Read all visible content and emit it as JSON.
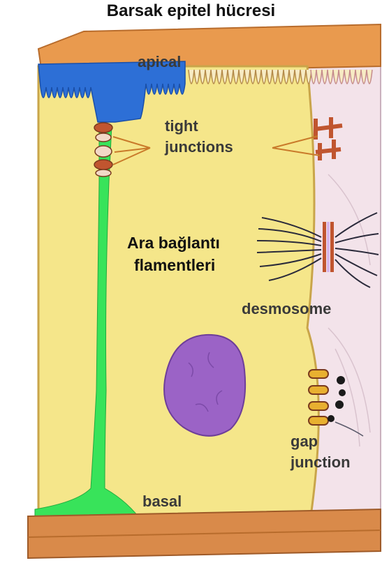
{
  "title": "Barsak epitel hücresi",
  "labels": {
    "apical": "apical",
    "tight_junctions": [
      "tight",
      "junctions"
    ],
    "intermediate_filaments": [
      "Ara bağlantı",
      "flamentleri"
    ],
    "desmosome": "desmosome",
    "gap_junction": [
      "gap",
      "junction"
    ],
    "basal": "basal"
  },
  "colors": {
    "cytoplasm": "#f5e68a",
    "cell_membrane": "#c9a54a",
    "apical_surface": "#e99a4e",
    "microvilli_highlight": "#2d6fd6",
    "actin_filament": "#38e35a",
    "nucleus": "#9b63c6",
    "neighbor_cell": "#f3e3ea",
    "basement_membrane": "#d98a4a",
    "junction_red": "#c0552f"
  }
}
